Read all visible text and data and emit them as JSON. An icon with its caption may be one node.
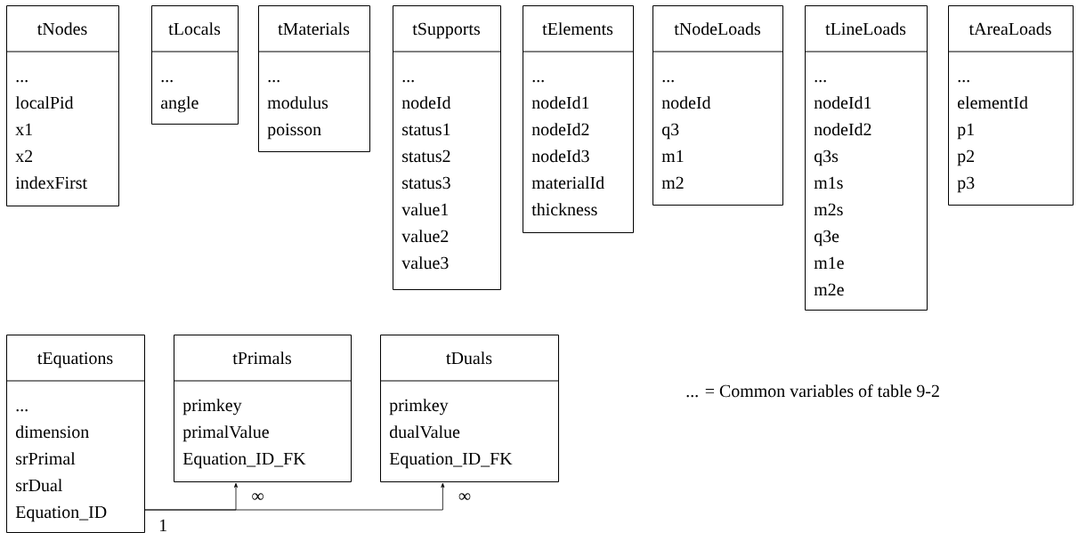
{
  "diagram": {
    "nodes": [
      {
        "text": [
          "tNodes",
          "...",
          "localPid",
          "x1",
          "x2",
          "indexFirst"
        ]
      },
      {
        "text": [
          "tLocals",
          "...",
          "angle"
        ]
      },
      {
        "text": [
          "tMaterials",
          "...",
          "modulus",
          "poisson"
        ]
      },
      {
        "text": [
          "tSupports",
          "...",
          "nodeId",
          "status1",
          "status2",
          "status3",
          "value1",
          "value2",
          "value3"
        ]
      },
      {
        "text": [
          "tElements",
          "...",
          "nodeId1",
          "nodeId2",
          "nodeId3",
          "materialId",
          "thickness"
        ]
      },
      {
        "text": [
          "tNodeLoads",
          "...",
          "nodeId",
          "q3",
          "m1",
          "m2"
        ]
      },
      {
        "text": [
          "tLineLoads",
          "...",
          "nodeId1",
          "nodeId2",
          "q3s",
          "m1s",
          "m2s",
          "q3e",
          "m1e",
          "m2e"
        ]
      },
      {
        "text": [
          "tAreaLoads",
          "...",
          "elementId",
          "p1",
          "p2",
          "p3"
        ]
      },
      {
        "text": [
          "tEquations",
          "...",
          "dimension",
          "srPrimal",
          "srDual",
          "Equation_ID"
        ]
      },
      {
        "text": [
          "tPrimals",
          "primkey",
          "primalValue",
          "Equation_ID_FK"
        ]
      },
      {
        "text": [
          "tDuals",
          "primkey",
          "dualValue",
          "Equation_ID_FK"
        ]
      }
    ],
    "edges": [
      {
        "from": 8,
        "to": 9,
        "arrow": "to",
        "label": "∞"
      },
      {
        "from": 8,
        "to": 10,
        "arrow": "to",
        "label": "∞"
      }
    ],
    "labels": [
      "... = Common variables of table 9-2",
      "1"
    ]
  }
}
